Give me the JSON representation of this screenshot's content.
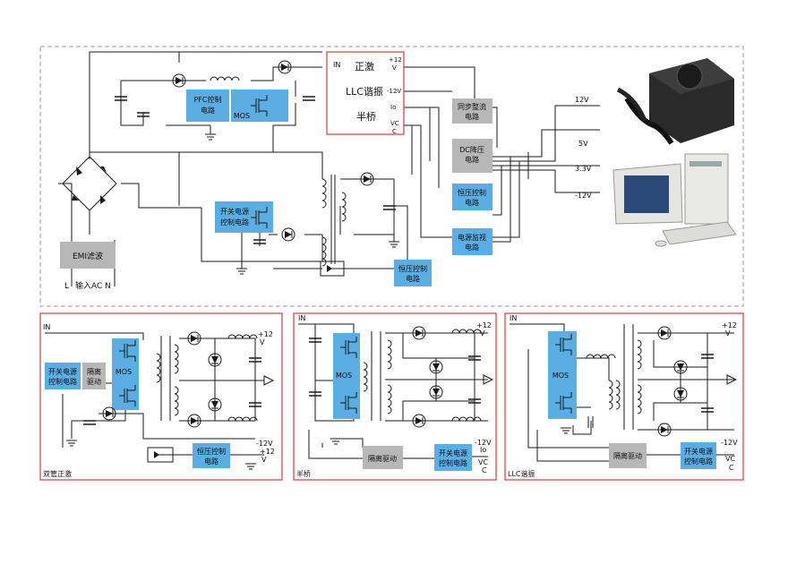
{
  "colors": {
    "block_blue": "#5aaee3",
    "block_grey": "#b7b7b7",
    "frame_red": "#d23c3c",
    "frame_dash": "#9a9a9a"
  },
  "main": {
    "pfc_label_1": "PFC控制",
    "pfc_label_2": "电路",
    "mos_label": "MOS",
    "emi_label": "EMI滤波",
    "input_ac": "输入AC",
    "l_label": "L",
    "n_label": "N",
    "switch_ctrl_1": "开关电源",
    "switch_ctrl_2": "控制电路",
    "const_ctrl_1": "恒压控制",
    "const_ctrl_2": "电路",
    "box": {
      "in": "IN",
      "forward": "正激",
      "llc": "LLC谐振",
      "half": "半桥",
      "p12": "+12",
      "v": "V",
      "m12": "-12V",
      "io": "Io",
      "vc": "VC",
      "c": "C"
    },
    "sync_1": "同步整流",
    "sync_2": "电路",
    "dc_1": "DC降压",
    "dc_2": "电路",
    "cv_1": "恒压控制",
    "cv_2": "电路",
    "mon_1": "电源监视",
    "mon_2": "电路",
    "out": [
      "12V",
      "5V",
      "3.3V",
      "-12V"
    ]
  },
  "panels": {
    "p1": {
      "title": "双管正激",
      "in": "IN",
      "switch_1": "开关电源",
      "switch_2": "控制电路",
      "iso_1": "隔离",
      "iso_2": "驱动",
      "mos": "MOS",
      "p12": "+12",
      "v": "V",
      "ctrl_1": "恒压控制",
      "ctrl_2": "电路",
      "m12": "-12V",
      "p12b": "+12",
      "v2": "V"
    },
    "p2": {
      "title": "半桥",
      "in": "IN",
      "mos": "MOS",
      "p12": "+12",
      "v": "V",
      "iso": "隔离驱动",
      "ctrl_1": "开关电源",
      "ctrl_2": "控制电路",
      "m12": "-12V",
      "io": "Io",
      "vc": "VC",
      "c": "C"
    },
    "p3": {
      "title": "LLC谐振",
      "in": "IN",
      "mos": "MOS",
      "p12": "+12",
      "v": "V",
      "iso": "隔离驱动",
      "ctrl_1": "开关电源",
      "ctrl_2": "控制电路",
      "m12": "-12V",
      "vc": "VC",
      "c": "C"
    }
  }
}
